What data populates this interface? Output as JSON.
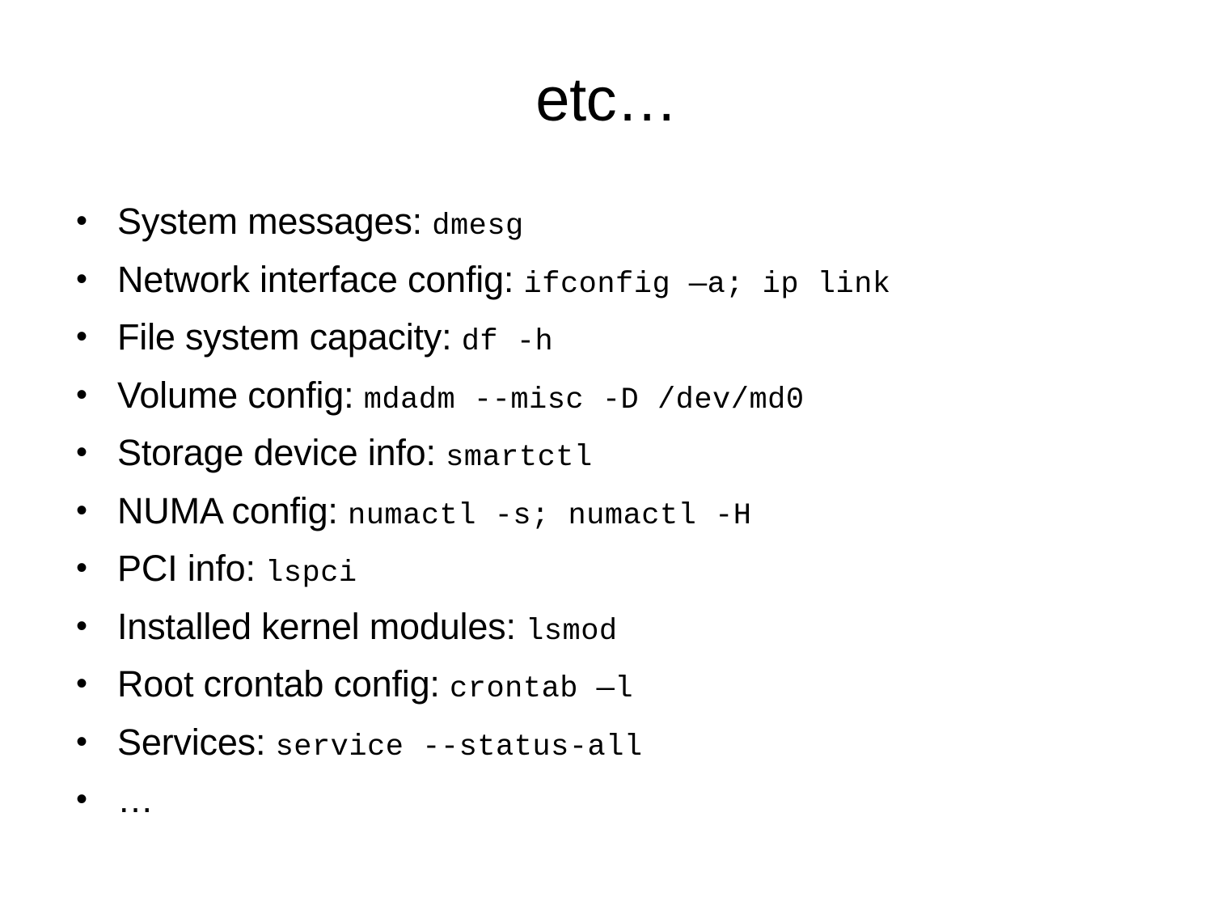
{
  "slide": {
    "title": "etc…",
    "background_color": "#ffffff",
    "text_color": "#000000",
    "bullet_marker": "•",
    "items": [
      {
        "label": "System messages: ",
        "code": "dmesg"
      },
      {
        "label": "Network interface config: ",
        "code": "ifconfig —a; ip link"
      },
      {
        "label": "File system capacity: ",
        "code": "df -h"
      },
      {
        "label": "Volume config: ",
        "code": "mdadm --misc -D /dev/md0"
      },
      {
        "label": "Storage device info: ",
        "code": "smartctl"
      },
      {
        "label": "NUMA config: ",
        "code": "numactl -s; numactl -H"
      },
      {
        "label": "PCI info: ",
        "code": "lspci"
      },
      {
        "label": "Installed kernel modules: ",
        "code": "lsmod"
      },
      {
        "label": "Root crontab config: ",
        "code": "crontab —l"
      },
      {
        "label": "Services: ",
        "code": "service --status-all"
      },
      {
        "label": "…",
        "code": ""
      }
    ]
  }
}
